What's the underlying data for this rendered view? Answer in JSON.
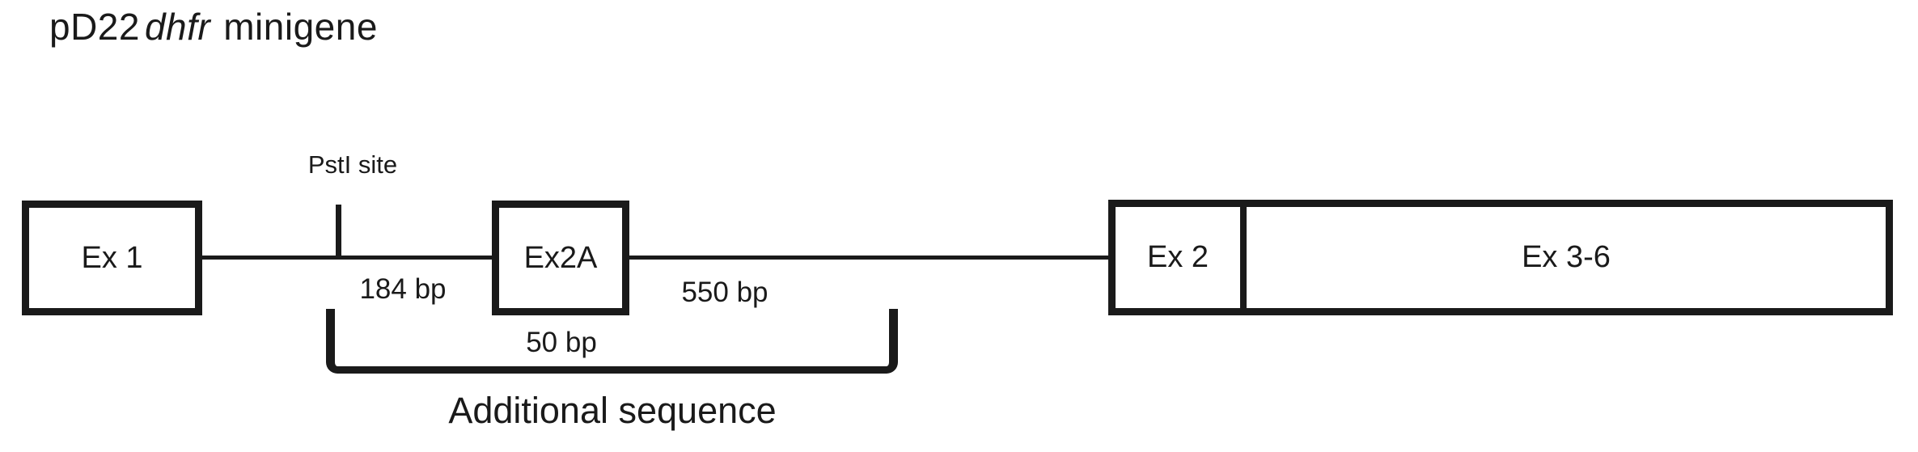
{
  "title": {
    "plasmid": "pD22",
    "gene": "dhfr",
    "suffix": "minigene"
  },
  "diagram": {
    "boxes": [
      {
        "id": "ex1",
        "label": "Ex 1"
      },
      {
        "id": "ex2a",
        "label": "Ex2A"
      },
      {
        "id": "ex2",
        "label": "Ex 2"
      },
      {
        "id": "ex3_6",
        "label": "Ex 3-6"
      }
    ],
    "restriction_site_label": "PstI site",
    "segment_labels": {
      "before_ex2a": "184 bp",
      "ex2a_size": "50 bp",
      "after_ex2a": "550 bp"
    },
    "bracket_label": "Additional sequence",
    "colors": {
      "ink": "#1a1a1a",
      "background": "#ffffff"
    }
  }
}
